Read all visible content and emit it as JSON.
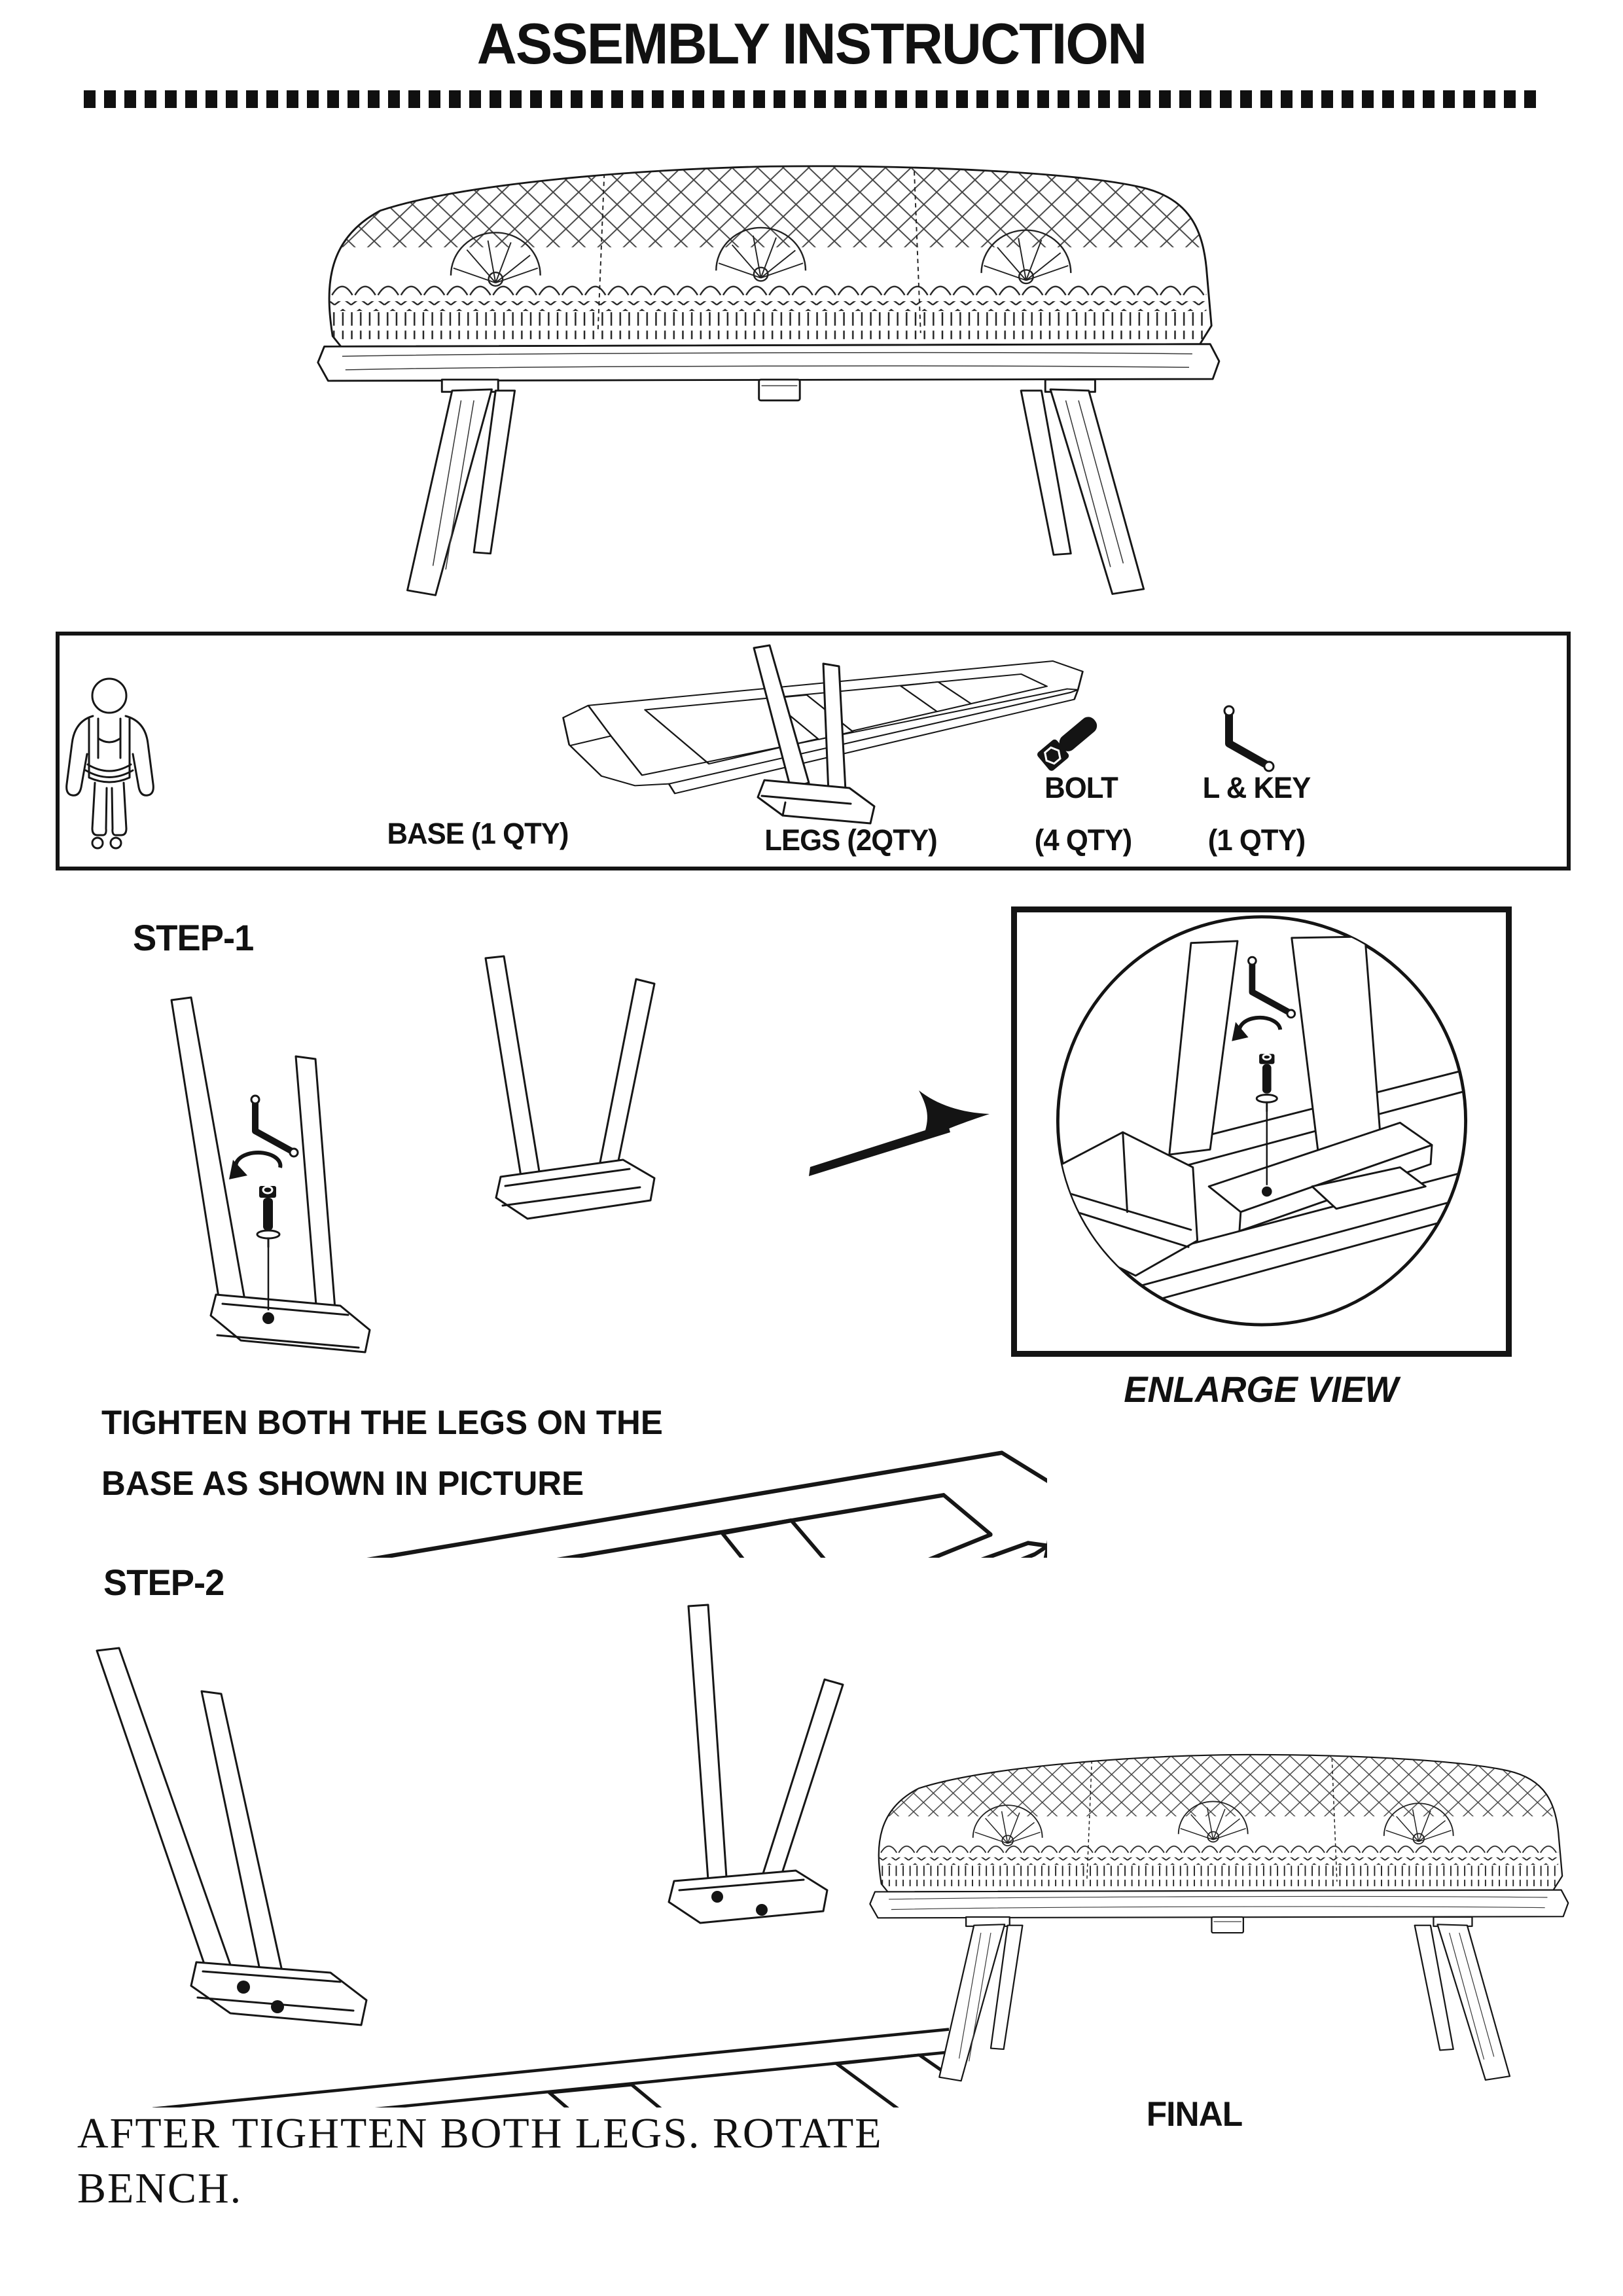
{
  "header": {
    "title": "ASSEMBLY INSTRUCTION"
  },
  "parts_box": {
    "base": {
      "label": "BASE (1 QTY)"
    },
    "legs": {
      "label": "LEGS (2QTY)"
    },
    "bolt": {
      "label": "BOLT",
      "qty": "(4 QTY)"
    },
    "l_key": {
      "label": "L & KEY",
      "qty": "(1 QTY)"
    }
  },
  "step1": {
    "label": "STEP-1",
    "caption_line1": "TIGHTEN BOTH THE LEGS ON THE",
    "caption_line2": "BASE AS SHOWN IN PICTURE"
  },
  "enlarge": {
    "label": "ENLARGE VIEW"
  },
  "step2": {
    "label": "STEP-2"
  },
  "final": {
    "label": "FINAL"
  },
  "footer": {
    "line1": "AFTER TIGHTEN BOTH LEGS. ROTATE",
    "line2": "BENCH."
  },
  "colors": {
    "ink": "#141414",
    "paper": "#ffffff"
  }
}
